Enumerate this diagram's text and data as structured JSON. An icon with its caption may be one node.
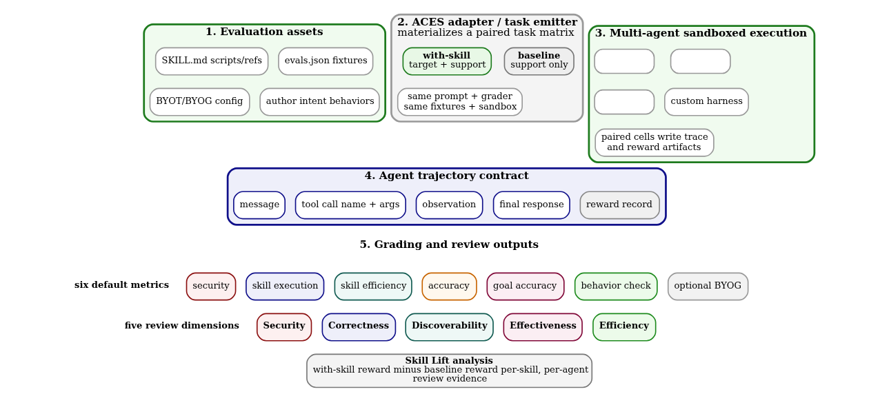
{
  "diagram": {
    "nodes": [
      {
        "text": [
          "1. Evaluation assets"
        ]
      },
      {
        "text": [
          "SKILL.md scripts/refs"
        ],
        "in": 0
      },
      {
        "text": [
          "evals.json fixtures"
        ],
        "in": 0
      },
      {
        "text": [
          "BYOT/BYOG config"
        ],
        "in": 0
      },
      {
        "text": [
          "author intent behaviors"
        ],
        "in": 0
      },
      {
        "text": [
          "2. ACES adapter / task emitter",
          "materializes a paired task matrix"
        ]
      },
      {
        "text": [
          "with-skill",
          "target + support"
        ],
        "in": 5
      },
      {
        "text": [
          "baseline",
          "support only"
        ],
        "in": 5
      },
      {
        "text": [
          "same prompt + grader same fixtures + sandbox"
        ],
        "in": 5
      },
      {
        "text": [
          "3. Multi-agent sandboxed execution"
        ]
      },
      {
        "text": [],
        "shape": "box",
        "in": 9
      },
      {
        "text": [],
        "shape": "box",
        "in": 9
      },
      {
        "text": [],
        "shape": "box",
        "in": 9
      },
      {
        "text": [
          "custom harness"
        ],
        "in": 9
      },
      {
        "text": [
          "paired cells write trace and reward artifacts"
        ],
        "in": 9
      },
      {
        "text": [
          "4. Agent trajectory contract"
        ]
      },
      {
        "text": [
          "message"
        ],
        "in": 15
      },
      {
        "text": [
          "tool call name + args"
        ],
        "in": 15
      },
      {
        "text": [
          "observation"
        ],
        "in": 15
      },
      {
        "text": [
          "final response"
        ],
        "in": 15
      },
      {
        "text": [
          "reward record"
        ],
        "in": 15
      },
      {
        "text": [
          "security"
        ]
      },
      {
        "text": [
          "skill execution"
        ]
      },
      {
        "text": [
          "skill efficiency"
        ]
      },
      {
        "text": [
          "accuracy"
        ]
      },
      {
        "text": [
          "goal accuracy"
        ]
      },
      {
        "text": [
          "behavior check"
        ]
      },
      {
        "text": [
          "optional BYOG"
        ]
      },
      {
        "text": [
          "Security"
        ]
      },
      {
        "text": [
          "Correctness"
        ]
      },
      {
        "text": [
          "Discoverability"
        ]
      },
      {
        "text": [
          "Effectiveness"
        ]
      },
      {
        "text": [
          "Efficiency"
        ]
      },
      {
        "text": [
          "Skill Lift analysis",
          "with-skill reward minus baseline reward per-skill, per-agent review evidence"
        ]
      }
    ],
    "edges": [],
    "labels": [
      "5. Grading and review outputs",
      "six default metrics",
      "five review dimensions"
    ]
  }
}
